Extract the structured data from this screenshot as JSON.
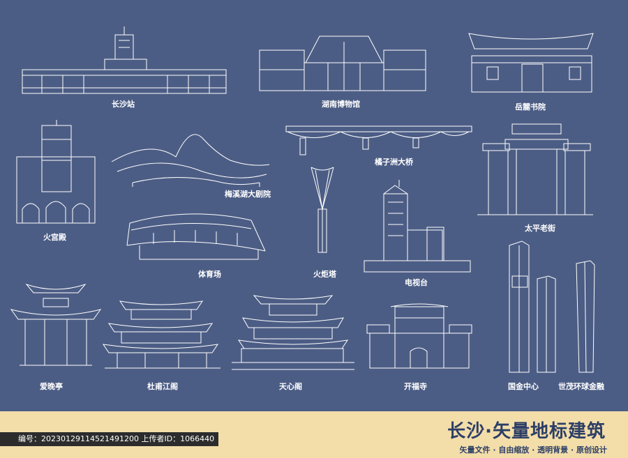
{
  "landmarks": [
    {
      "label": "长沙站"
    },
    {
      "label": "湖南博物馆"
    },
    {
      "label": "岳麓书院"
    },
    {
      "label": "火宫殿"
    },
    {
      "label": "梅溪湖大剧院"
    },
    {
      "label": "橘子洲大桥"
    },
    {
      "label": "太平老街"
    },
    {
      "label": "体育场"
    },
    {
      "label": "火炬塔"
    },
    {
      "label": "电视台"
    },
    {
      "label": "爱晚亭"
    },
    {
      "label": "杜甫江阁"
    },
    {
      "label": "天心阁"
    },
    {
      "label": "开福寺"
    },
    {
      "label": "国金中心"
    },
    {
      "label": "世茂环球金融"
    }
  ],
  "banner": {
    "title": "长沙·矢量地标建筑",
    "subtitle": "矢量文件 · 自由缩放 · 透明背景 · 原创设计"
  },
  "meta": {
    "text": "编号：20230129114521491200 上传者ID：1066440"
  },
  "colors": {
    "background": "#4c5d85",
    "line": "#ffffff",
    "banner": "#f3deaa",
    "banner_text": "#2d3e66"
  }
}
